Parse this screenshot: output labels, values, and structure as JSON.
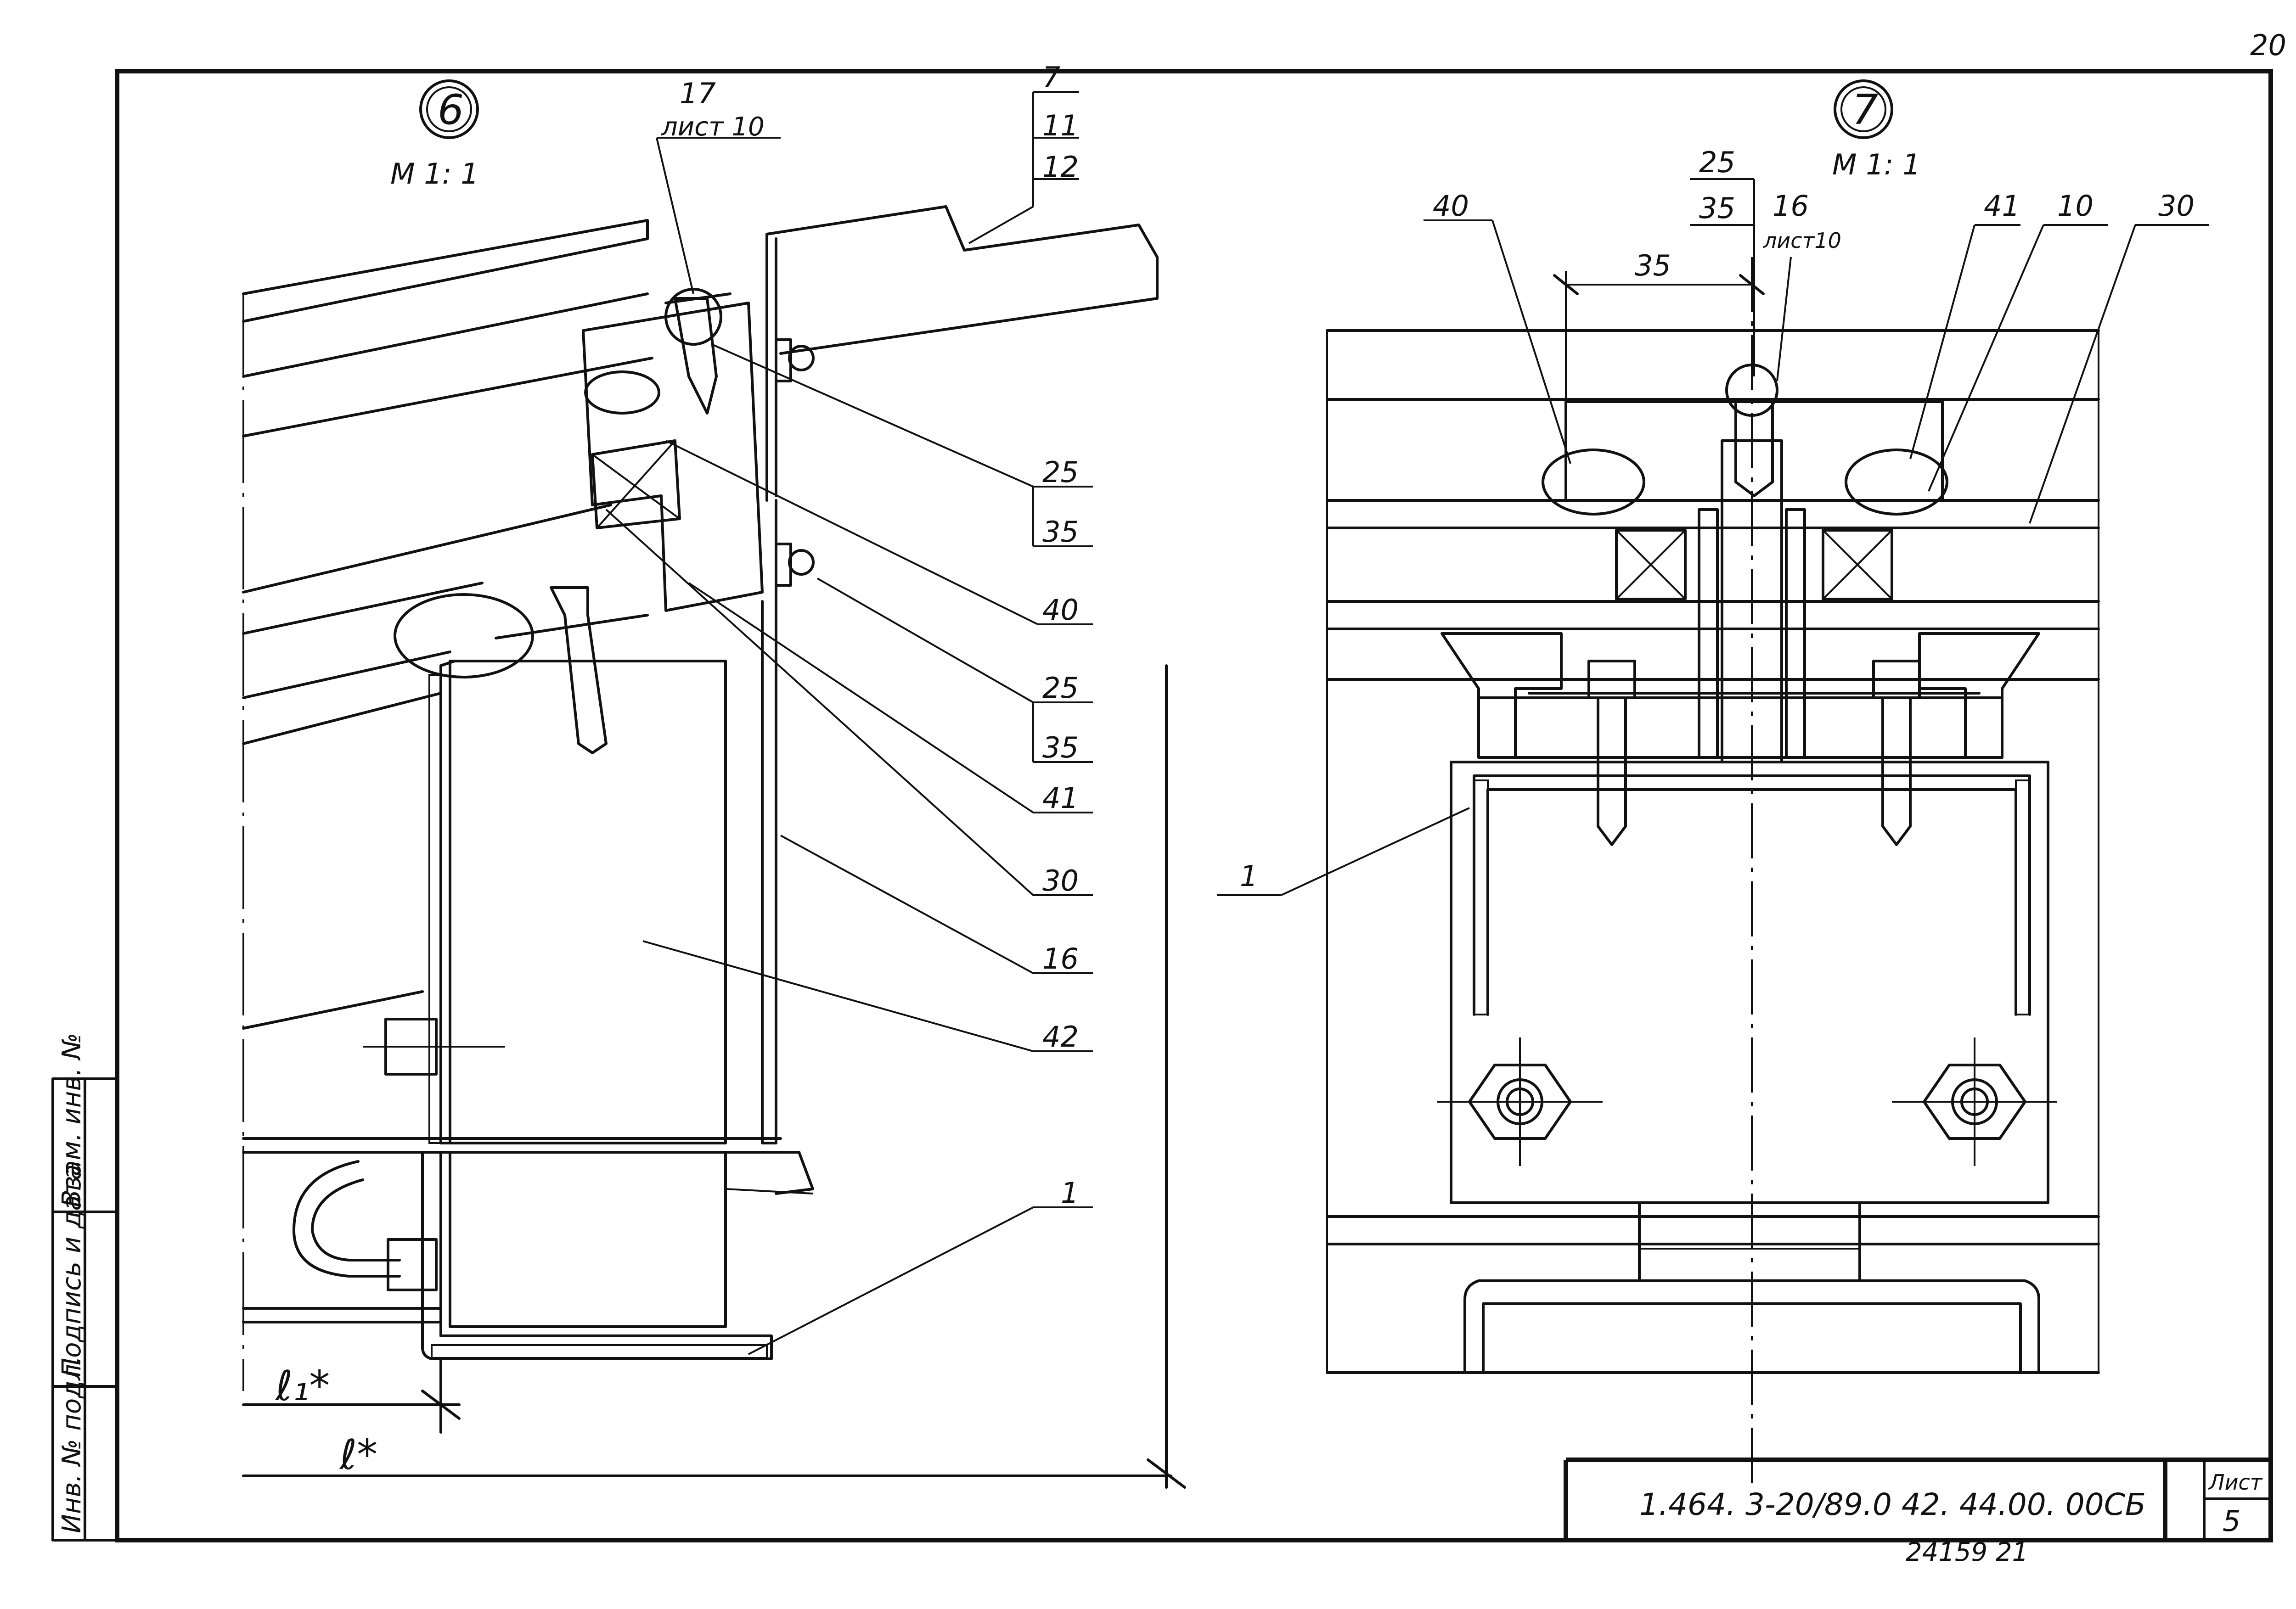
{
  "page_number": "20",
  "detail_6": {
    "number": "6",
    "scale": "М 1: 1"
  },
  "detail_7": {
    "number": "7",
    "scale": "М 1: 1"
  },
  "left_callouts": {
    "top_17": "17",
    "top_list10": "лист 10",
    "stack_7": "7",
    "stack_11": "11",
    "stack_12": "12",
    "pair_a_top": "25",
    "pair_a_bottom": "35",
    "c40": "40",
    "pair_b_top": "25",
    "pair_b_bottom": "35",
    "c41": "41",
    "c30": "30",
    "c16": "16",
    "c42": "42",
    "c1": "1",
    "dim_l1": "ℓ₁*",
    "dim_l": "ℓ*"
  },
  "right_callouts": {
    "c40": "40",
    "top_25": "25",
    "top_35": "35",
    "c16": "16",
    "list10": "лист10",
    "dim_35": "35",
    "c41": "41",
    "c10": "10",
    "c30": "30",
    "c1": "1"
  },
  "side_stamp": [
    "Инв. № подл.",
    "Подпись и дата",
    "Взам. инв. №"
  ],
  "title_block": {
    "designation": "1.464. 3-20/89.0   42. 44.00. 00СБ",
    "sheet_label": "Лист",
    "sheet_number": "5",
    "archive_number": "24159 21"
  }
}
